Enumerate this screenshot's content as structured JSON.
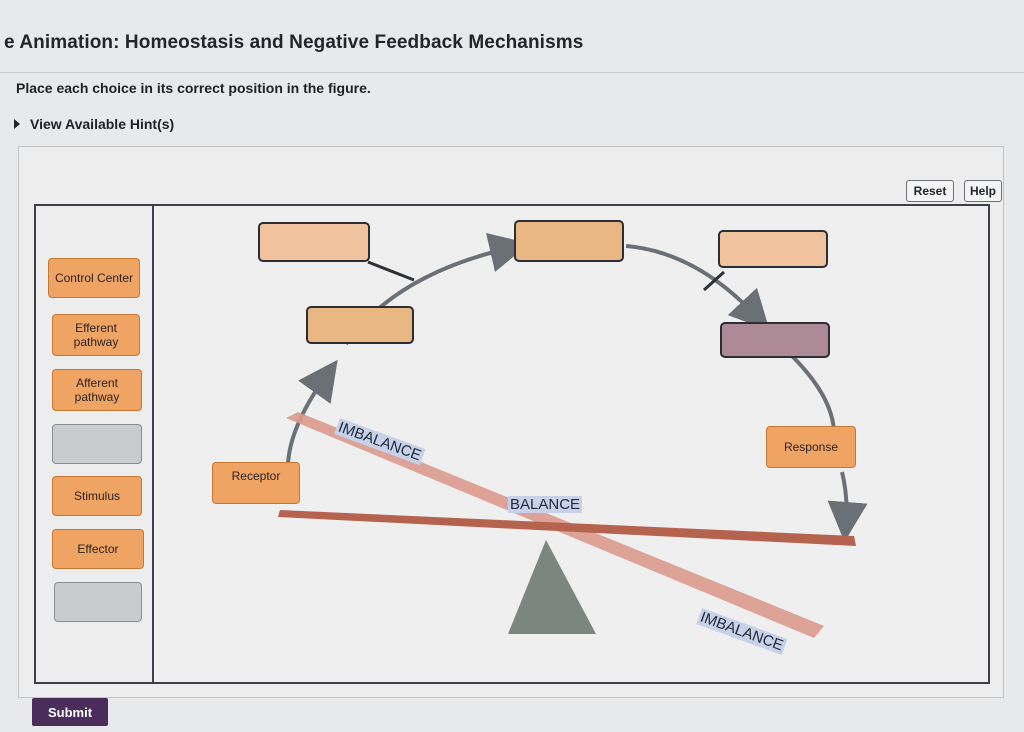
{
  "header": {
    "title": "e Animation: Homeostasis and Negative Feedback Mechanisms",
    "instructions": "Place each choice in its correct position in the figure.",
    "hints_label": "View Available Hint(s)"
  },
  "toolbar": {
    "reset_label": "Reset",
    "help_label": "Help"
  },
  "choices": [
    {
      "label": "Control Center",
      "state": "available"
    },
    {
      "label": "Efferent pathway",
      "state": "available"
    },
    {
      "label": "Afferent pathway",
      "state": "available"
    },
    {
      "label": "",
      "state": "empty"
    },
    {
      "label": "Stimulus",
      "state": "available"
    },
    {
      "label": "Effector",
      "state": "available"
    },
    {
      "label": "",
      "state": "empty"
    }
  ],
  "diagram": {
    "placed_labels": {
      "receptor": "Receptor",
      "response": "Response"
    },
    "seesaw_labels": {
      "imbalance_top": "IMBALANCE",
      "balance": "BALANCE",
      "imbalance_bottom": "IMBALANCE"
    },
    "colors": {
      "chip_orange": "#f0a464",
      "target_empty": "#f0c29e",
      "target_purple": "#ad8a95",
      "submit": "#4b2d5c"
    }
  },
  "footer": {
    "submit_label": "Submit"
  }
}
